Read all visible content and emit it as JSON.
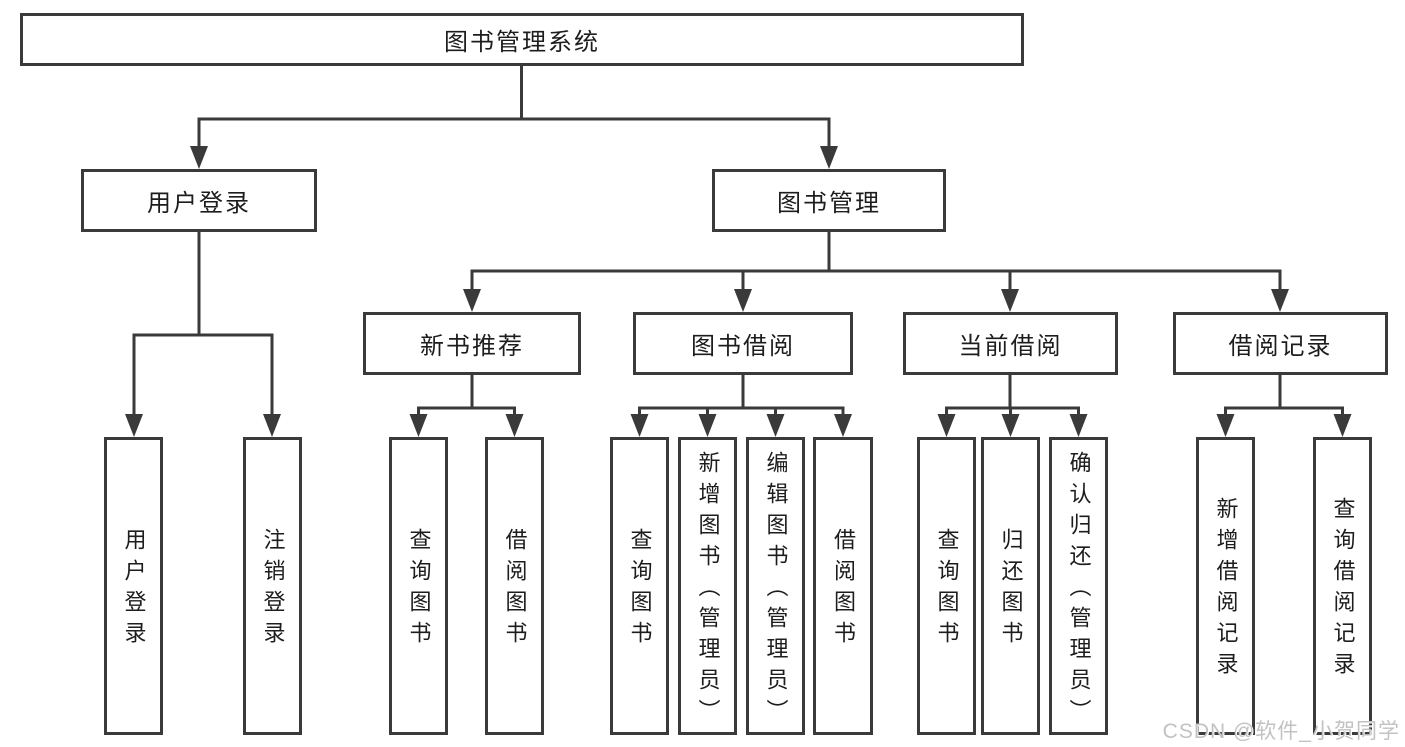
{
  "watermark": "CSDN @软件_小贺同学",
  "colors": {
    "line": "#3a3a3a",
    "box_border": "#3a3a3a",
    "text": "#1d1d1d",
    "watermark_text": "#c2c2c2",
    "background": "#ffffff"
  },
  "tree": {
    "label": "图书管理系统",
    "children": [
      {
        "label": "用户登录",
        "children": [
          {
            "label": "用户登录"
          },
          {
            "label": "注销登录"
          }
        ]
      },
      {
        "label": "图书管理",
        "children": [
          {
            "label": "新书推荐",
            "children": [
              {
                "label": "查询图书"
              },
              {
                "label": "借阅图书"
              }
            ]
          },
          {
            "label": "图书借阅",
            "children": [
              {
                "label": "查询图书"
              },
              {
                "label": "新增图书（管理员）"
              },
              {
                "label": "编辑图书（管理员）"
              },
              {
                "label": "借阅图书"
              }
            ]
          },
          {
            "label": "当前借阅",
            "children": [
              {
                "label": "查询图书"
              },
              {
                "label": "归还图书"
              },
              {
                "label": "确认归还（管理员）"
              }
            ]
          },
          {
            "label": "借阅记录",
            "children": [
              {
                "label": "新增借阅记录"
              },
              {
                "label": "查询借阅记录"
              }
            ]
          }
        ]
      }
    ]
  }
}
